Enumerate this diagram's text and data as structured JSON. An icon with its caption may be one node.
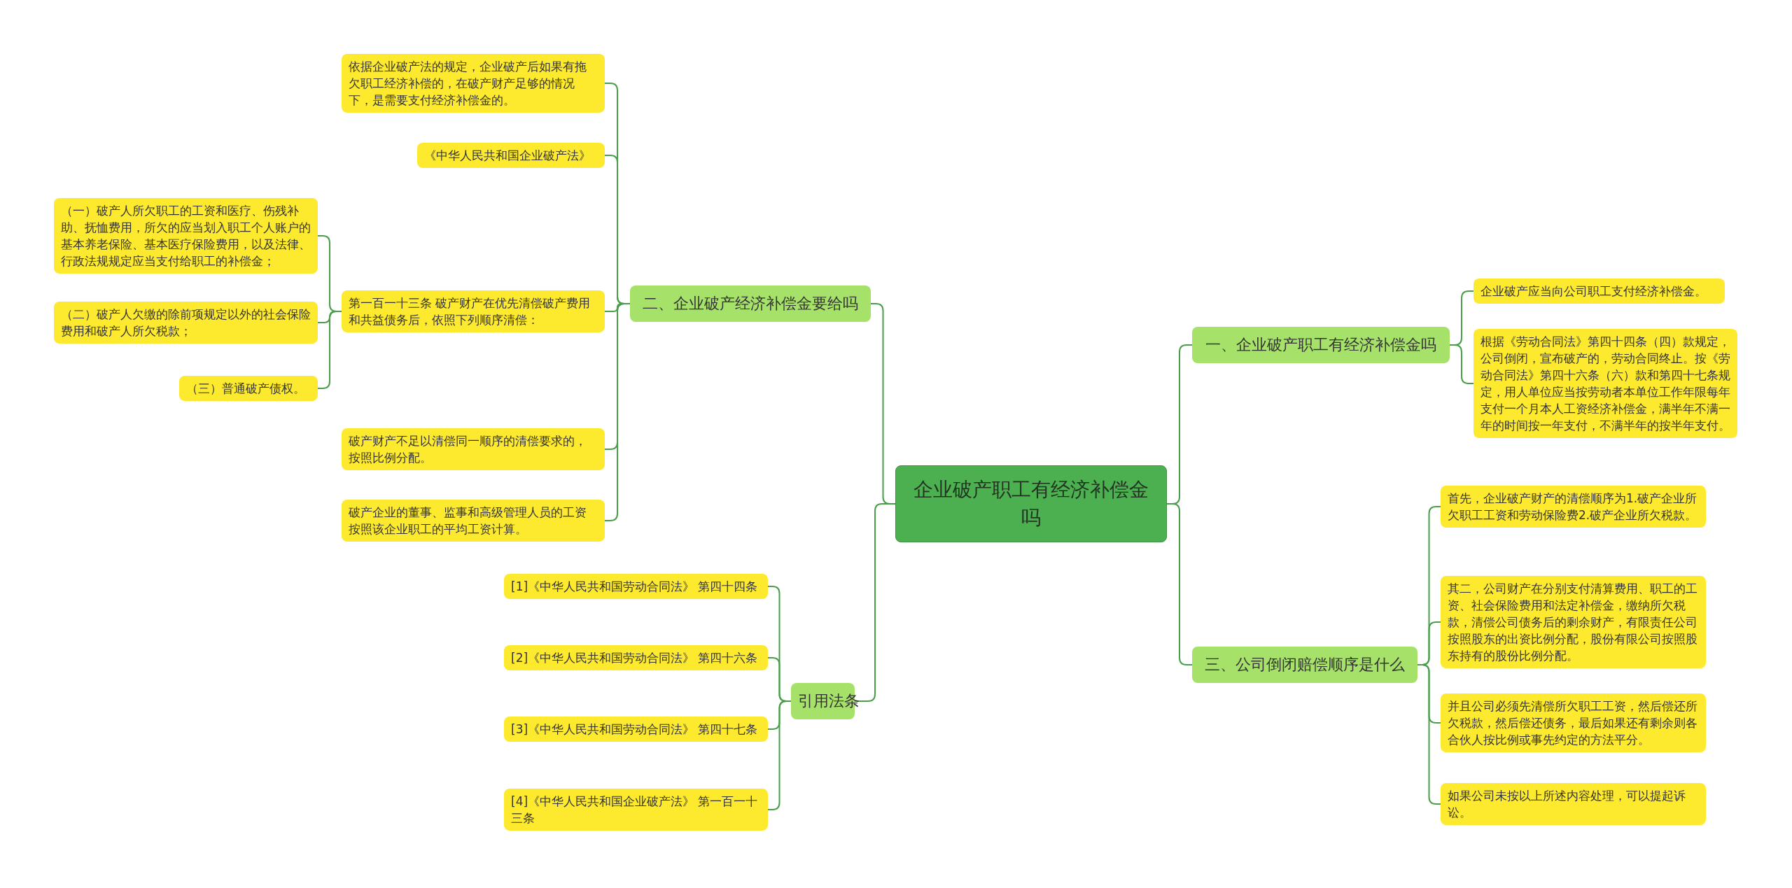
{
  "diagram": {
    "nodes": [
      {
        "text": [
          "企业破产职工有经济补偿金吗"
        ]
      },
      {
        "text": [
          "二、企业破产经济补偿金要给吗"
        ]
      },
      {
        "text": [
          "依据企业破产法的规定，企业破产后如果有拖欠职工经济补偿的，在破产财产足够的情况下，是需要支付经济补偿金的。"
        ]
      },
      {
        "text": [
          "《中华人民共和国企业破产法》"
        ]
      },
      {
        "text": [
          "第一百一十三条 破产财产在优先清偿破产费用和共益债务后，依照下列顺序清偿："
        ]
      },
      {
        "text": [
          "（一）破产人所欠职工的工资和医疗、伤残补助、抚恤费用，所欠的应当划入职工个人账户的基本养老保险、基本医疗保险费用，以及法律、行政法规规定应当支付给职工的补偿金；"
        ]
      },
      {
        "text": [
          "（二）破产人欠缴的除前项规定以外的社会保险费用和破产人所欠税款；"
        ]
      },
      {
        "text": [
          "（三）普通破产债权。"
        ]
      },
      {
        "text": [
          "破产财产不足以清偿同一顺序的清偿要求的，按照比例分配。"
        ]
      },
      {
        "text": [
          "破产企业的董事、监事和高级管理人员的工资按照该企业职工的平均工资计算。"
        ]
      },
      {
        "text": [
          "引用法条"
        ]
      },
      {
        "text": [
          "[1]《中华人民共和国劳动合同法》 第四十四条"
        ]
      },
      {
        "text": [
          "[2]《中华人民共和国劳动合同法》 第四十六条"
        ]
      },
      {
        "text": [
          "[3]《中华人民共和国劳动合同法》 第四十七条"
        ]
      },
      {
        "text": [
          "[4]《中华人民共和国企业破产法》 第一百一十三条"
        ]
      },
      {
        "text": [
          "一、企业破产职工有经济补偿金吗"
        ]
      },
      {
        "text": [
          "企业破产应当向公司职工支付经济补偿金。"
        ]
      },
      {
        "text": [
          "根据《劳动合同法》第四十四条（四）款规定，公司倒闭，宣布破产的，劳动合同终止。按《劳动合同法》第四十六条（六）款和第四十七条规定，用人单位应当按劳动者本单位工作年限每年支付一个月本人工资经济补偿金，满半年不满一年的时间按一年支付，不满半年的按半年支付。"
        ]
      },
      {
        "text": [
          "三、公司倒闭赔偿顺序是什么"
        ]
      },
      {
        "text": [
          "首先，企业破产财产的清偿顺序为1.破产企业所欠职工工资和劳动保险费2.破产企业所欠税款。"
        ]
      },
      {
        "text": [
          "其二，公司财产在分别支付清算费用、职工的工资、社会保险费用和法定补偿金，缴纳所欠税款，清偿公司债务后的剩余财产，有限责任公司按照股东的出资比例分配，股份有限公司按照股东持有的股份比例分配。"
        ]
      },
      {
        "text": [
          "并且公司必须先清偿所欠职工工资，然后偿还所欠税款，然后偿还债务，最后如果还有剩余则各合伙人按比例或事先约定的方法平分。"
        ]
      },
      {
        "text": [
          "如果公司未按以上所述内容处理，可以提起诉讼。"
        ]
      }
    ],
    "edges": [
      {
        "from": 0,
        "to": 1,
        "arrow": "none"
      },
      {
        "from": 0,
        "to": 10,
        "arrow": "none"
      },
      {
        "from": 0,
        "to": 15,
        "arrow": "none"
      },
      {
        "from": 0,
        "to": 18,
        "arrow": "none"
      },
      {
        "from": 1,
        "to": 2,
        "arrow": "none"
      },
      {
        "from": 1,
        "to": 3,
        "arrow": "none"
      },
      {
        "from": 1,
        "to": 4,
        "arrow": "none"
      },
      {
        "from": 1,
        "to": 8,
        "arrow": "none"
      },
      {
        "from": 1,
        "to": 9,
        "arrow": "none"
      },
      {
        "from": 4,
        "to": 5,
        "arrow": "none"
      },
      {
        "from": 4,
        "to": 6,
        "arrow": "none"
      },
      {
        "from": 4,
        "to": 7,
        "arrow": "none"
      },
      {
        "from": 10,
        "to": 11,
        "arrow": "none"
      },
      {
        "from": 10,
        "to": 12,
        "arrow": "none"
      },
      {
        "from": 10,
        "to": 13,
        "arrow": "none"
      },
      {
        "from": 10,
        "to": 14,
        "arrow": "none"
      },
      {
        "from": 15,
        "to": 16,
        "arrow": "none"
      },
      {
        "from": 15,
        "to": 17,
        "arrow": "none"
      },
      {
        "from": 18,
        "to": 19,
        "arrow": "none"
      },
      {
        "from": 18,
        "to": 20,
        "arrow": "none"
      },
      {
        "from": 18,
        "to": 21,
        "arrow": "none"
      },
      {
        "from": 18,
        "to": 22,
        "arrow": "none"
      }
    ]
  }
}
